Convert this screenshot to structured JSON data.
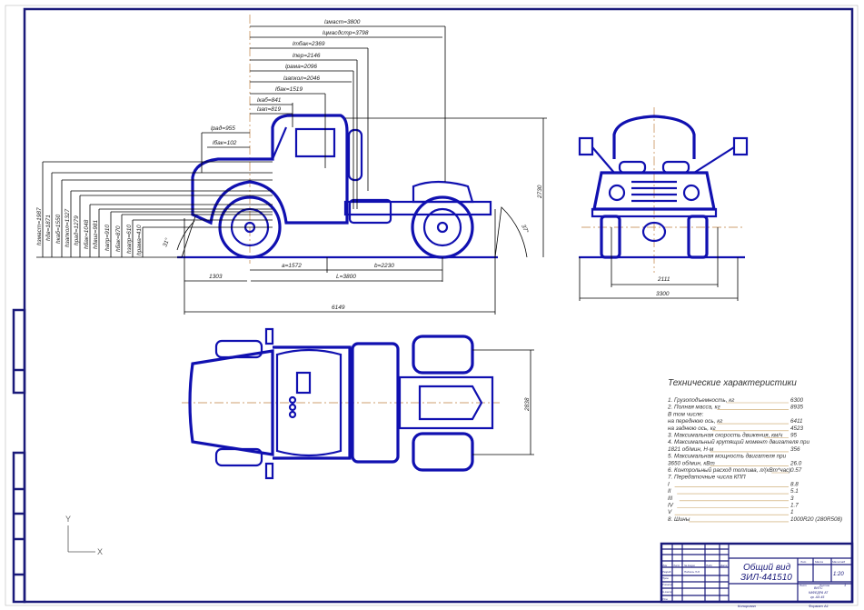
{
  "drawing": {
    "side_view_dims": {
      "top": [
        "lзмаст=3800",
        "lцмасдстр=3798",
        "lmбак=2369",
        "lпер=2146",
        "lрама=2096",
        "lзапкол=2046",
        "lбак=1519",
        "lкаб=841",
        "lзап=819"
      ],
      "left_top": [
        "lрад=955",
        "lбак=102"
      ],
      "vertical": [
        "hзмаст=1987",
        "hдв=1871",
        "hкаб=1550",
        "hзапкол=1327",
        "hрад=1279",
        "hбак=1048",
        "hдвиг=981",
        "hапр=910",
        "hбак=870",
        "hзапр=610",
        "hрама=410"
      ],
      "bottom": {
        "a": "a=1572",
        "b": "b=2230",
        "front_overhang": "1303",
        "wheelbase": "L=3800",
        "overall": "6149"
      },
      "height": "2730",
      "angle_front": "31°",
      "angle_rear": "37°"
    },
    "front_view_dims": {
      "track": "2111",
      "width": "3300"
    },
    "top_view_dims": {
      "width": "2838"
    },
    "axes": {
      "x": "X",
      "y": "Y"
    }
  },
  "specs": {
    "title": "Технические характеристики",
    "rows": [
      {
        "label": "1. Грузоподъемность, кг",
        "value": "6300"
      },
      {
        "label": "2. Полная масса, кг",
        "value": "8935"
      },
      {
        "label": "В том числе:",
        "value": ""
      },
      {
        "label": "на переднюю ось, кг",
        "value": "6411"
      },
      {
        "label": "на заднюю ось, кг",
        "value": "4523"
      },
      {
        "label": "3. Максимальная скорость движения, км/ч",
        "value": "95"
      },
      {
        "label": "4. Максимальный крутящий момент двигателя при",
        "value": ""
      },
      {
        "label": "1821 об/мин, Н·м",
        "value": "356"
      },
      {
        "label": "5. Максимальная мощность двигателя при",
        "value": ""
      },
      {
        "label": "3650 об/мин, кВт",
        "value": "26.0"
      },
      {
        "label": "6. Контрольный расход топлива, л/(кВт*час)",
        "value": "0.57"
      },
      {
        "label": "7. Передаточные числа КПП",
        "value": ""
      },
      {
        "label": "I",
        "value": "8.8"
      },
      {
        "label": "II",
        "value": "5.1"
      },
      {
        "label": "III",
        "value": "3"
      },
      {
        "label": "IV",
        "value": "1.7"
      },
      {
        "label": "V",
        "value": "1"
      },
      {
        "label": "8. Шины",
        "value": "1000R20 (280R508)"
      }
    ]
  },
  "title_block": {
    "name_line1": "Общий вид",
    "name_line2": "ЗИЛ-441510",
    "scale": "1:20",
    "sheet": "1",
    "headers": [
      "Изм",
      "Лист",
      "№ докум.",
      "Подп.",
      "Дата",
      "Лит.",
      "Масса",
      "Масштаб",
      "Лист",
      "Листов"
    ],
    "roles": [
      "Разраб.",
      "Пров.",
      "Т.контр.",
      "Н.контр.",
      "Утв."
    ],
    "developer": "Подпись Л.И.",
    "org_lines": [
      "ВИТС",
      "КАФЕДРА АТ",
      "гр. АЭ-45"
    ],
    "copied": "Копировал",
    "format": "Формат А1"
  }
}
